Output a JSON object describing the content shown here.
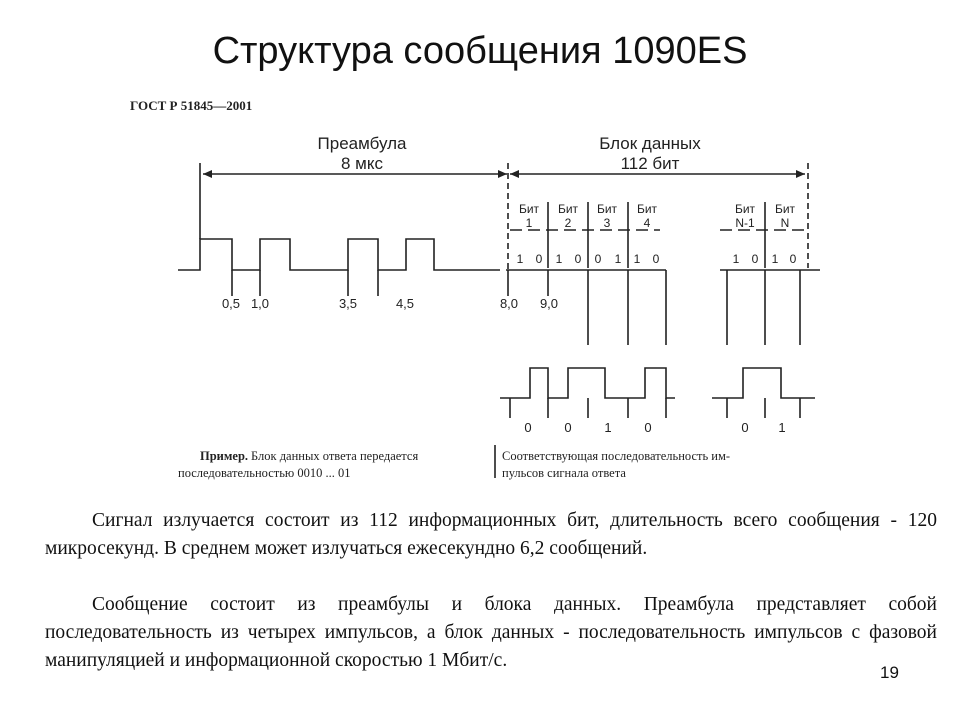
{
  "title": "Структура сообщения 1090ES",
  "diagram": {
    "standard": "ГОСТ Р 51845—2001",
    "preamble": {
      "label": "Преамбула",
      "duration": "8 мкс"
    },
    "data_block": {
      "label": "Блок данных",
      "bits": "112 бит"
    },
    "bit_headers": [
      {
        "top": "Бит",
        "bottom": "1"
      },
      {
        "top": "Бит",
        "bottom": "2"
      },
      {
        "top": "Бит",
        "bottom": "3"
      },
      {
        "top": "Бит",
        "bottom": "4"
      },
      {
        "top": "Бит",
        "bottom": "N-1"
      },
      {
        "top": "Бит",
        "bottom": "N"
      }
    ],
    "chip_values": [
      "1",
      "0",
      "1",
      "0",
      "0",
      "1",
      "1",
      "0",
      "1",
      "0",
      "1",
      "0"
    ],
    "time_marks": [
      "0,5",
      "1,0",
      "3,5",
      "4,5",
      "8,0",
      "9,0"
    ],
    "bit_values": [
      "0",
      "0",
      "1",
      "0",
      "0",
      "1"
    ],
    "example_label": "Пример.",
    "example_text_1": "Блок данных ответа передается",
    "example_text_2": "последовательностью 0010 ... 01",
    "corresponding_text_1": "Соответствующая последовательность им-",
    "corresponding_text_2": "пульсов сигнала ответа"
  },
  "paragraphs": [
    "Сигнал излучается состоит из 112 информационных бит, длительность всего сообщения - 120 микросекунд. В среднем может излучаться ежесекундно 6,2 сообщений.",
    "Сообщение состоит из преамбулы и блока данных. Преамбула представляет собой последовательность из четырех импульсов, а блок данных - последовательность импульсов с фазовой манипуляцией и информационной скоростью 1 Мбит/с."
  ],
  "page_number": "19"
}
